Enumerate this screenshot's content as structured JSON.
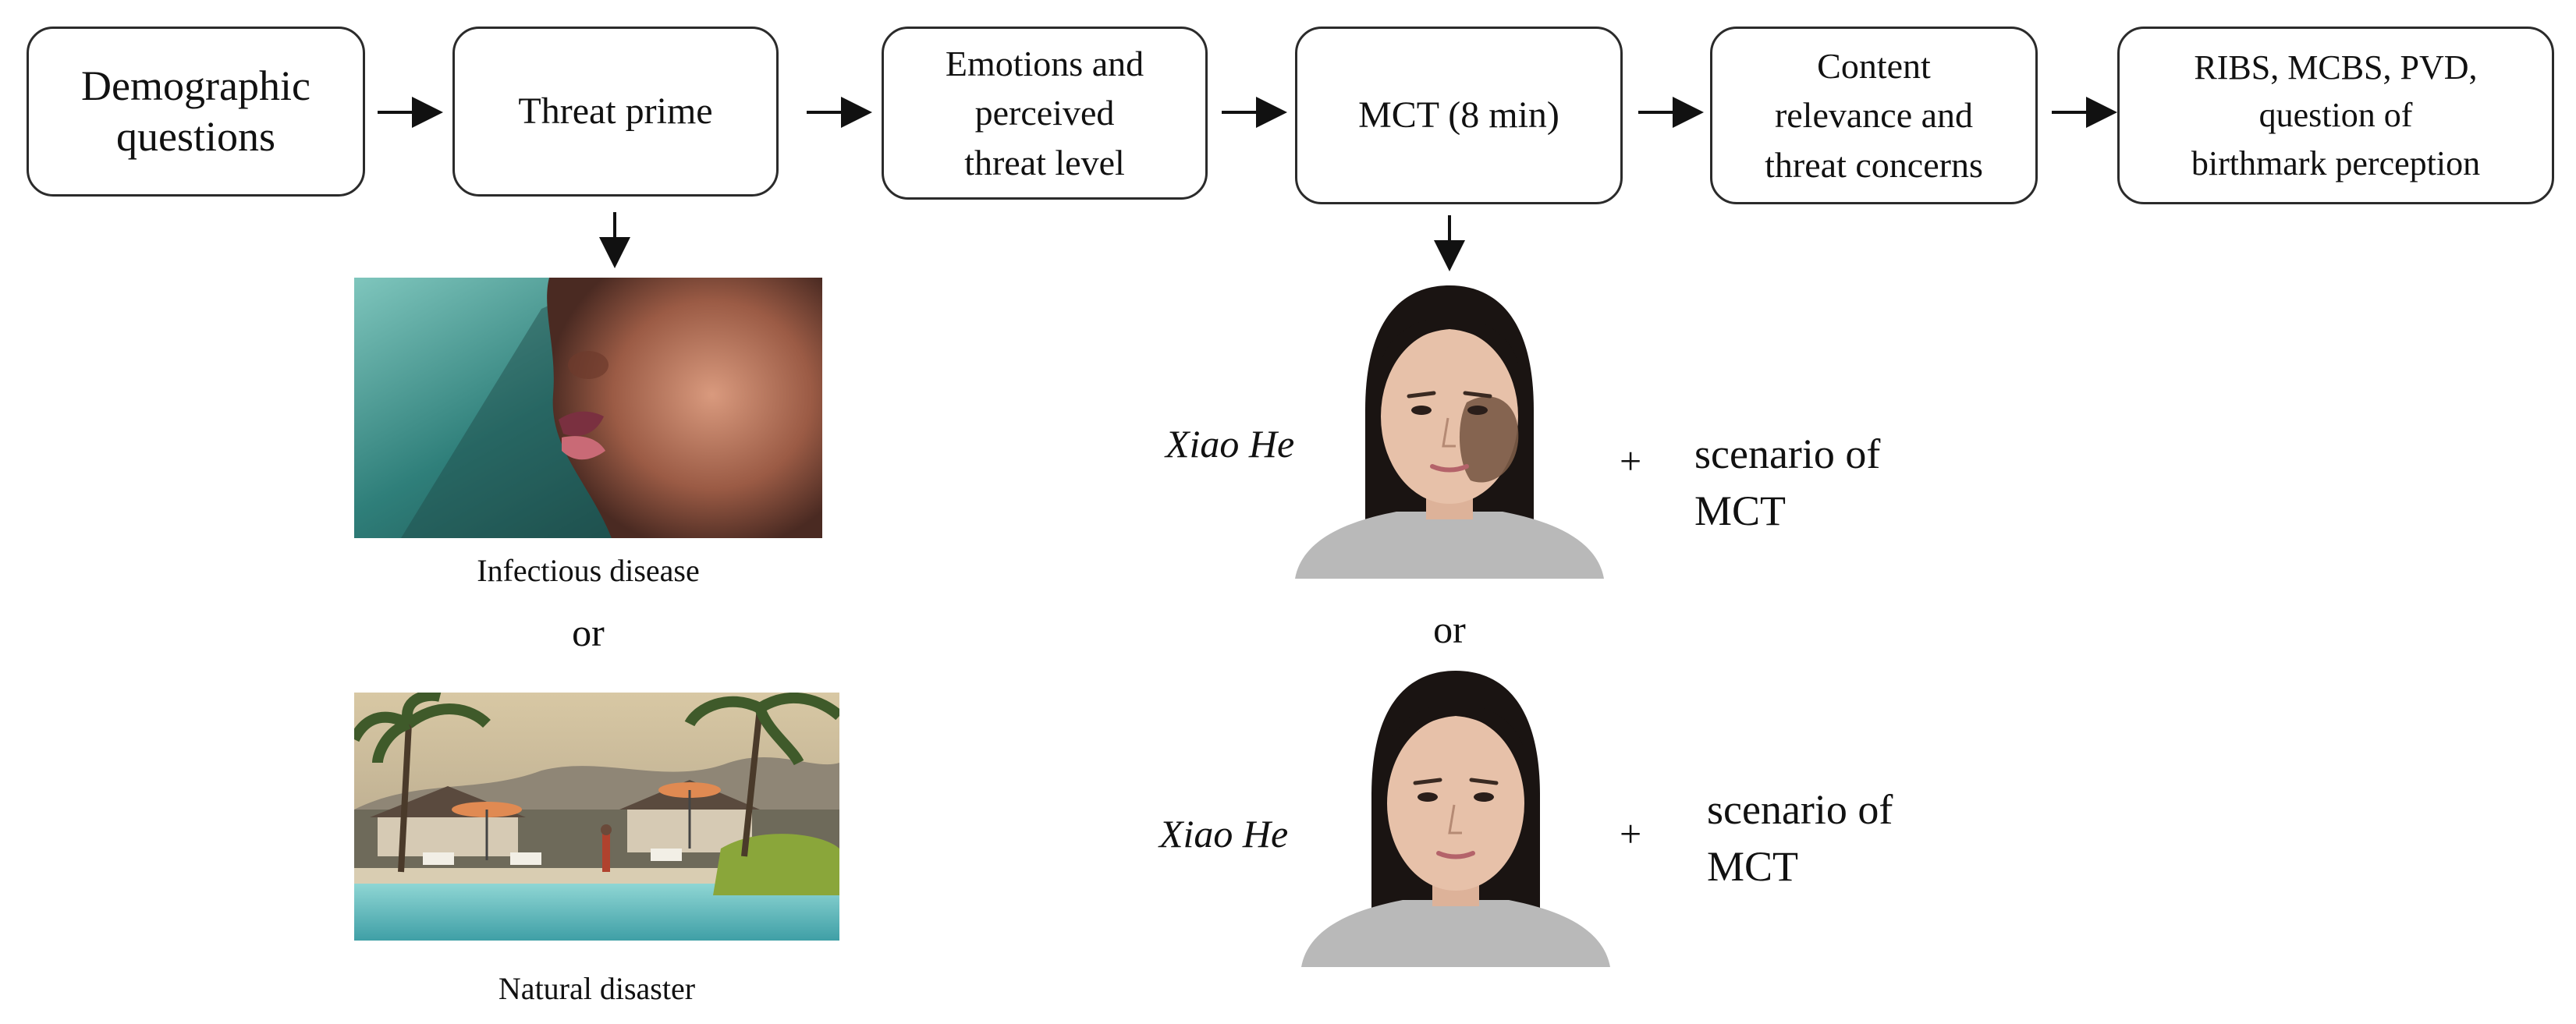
{
  "flow": {
    "steps": [
      "Demographic\nquestions",
      "Threat prime",
      "Emotions and\nperceived\nthreat level",
      "MCT (8 min)",
      "Content\nrelevance and\nthreat concerns",
      "RIBS, MCBS, PVD,\nquestion of\nbirthmark perception"
    ]
  },
  "threat_prime": {
    "option1_caption": "Infectious disease",
    "separator": "or",
    "option2_caption": "Natural disaster",
    "image1_icon": "face-closeup-image",
    "image2_icon": "resort-tsunami-image"
  },
  "mct": {
    "separator": "or",
    "condition1": {
      "name": "Xiao He",
      "plus": "+",
      "text": "scenario of\nMCT",
      "face": "face-with-birthmark-image"
    },
    "condition2": {
      "name": "Xiao He",
      "plus": "+",
      "text": "scenario of\nMCT",
      "face": "face-without-birthmark-image"
    }
  },
  "colors": {
    "border": "#2b2b2b",
    "arrow": "#111111",
    "text": "#111111",
    "birthmark": "#7a5a46",
    "hair": "#1a1412",
    "skin": "#e7c1a9",
    "shirt": "#b9b9b9",
    "teal_background": "#2f7f7a",
    "sky": "#e5d5b3",
    "pool": "#6fc7c9"
  }
}
